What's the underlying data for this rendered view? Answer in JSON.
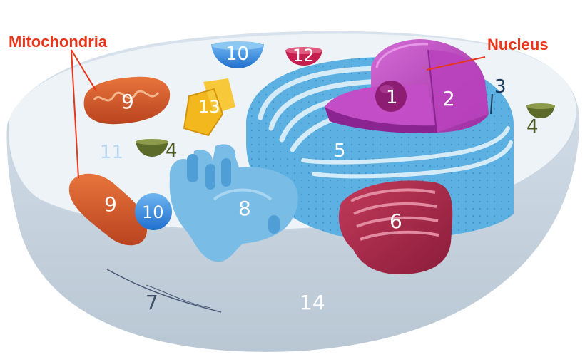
{
  "labels": {
    "mitochondria": "Mitochondria",
    "nucleus": "Nucleus",
    "n1": "1",
    "n2": "2",
    "n3": "3",
    "n4a": "4",
    "n4b": "4",
    "n5": "5",
    "n6": "6",
    "n7": "7",
    "n8": "8",
    "n9a": "9",
    "n9b": "9",
    "n10a": "10",
    "n10b": "10",
    "n11": "11",
    "n12": "12",
    "n13": "13",
    "n14": "14"
  },
  "colors": {
    "annotation_red": "#e8361b",
    "cytoplasm": "#e9f0f6",
    "cell_wall": "#cfdbe6",
    "er": "#5aaee0",
    "golgi": "#a82445",
    "nucleus": "#b43ab9",
    "nucleolus": "#8a1a6e",
    "mitochondria": "#d95a2b",
    "lysosome": "#3a8ee0",
    "vesicle": "#c21d4b",
    "centrosome": "#f2b61c",
    "vacuole": "#5d6a2a"
  }
}
